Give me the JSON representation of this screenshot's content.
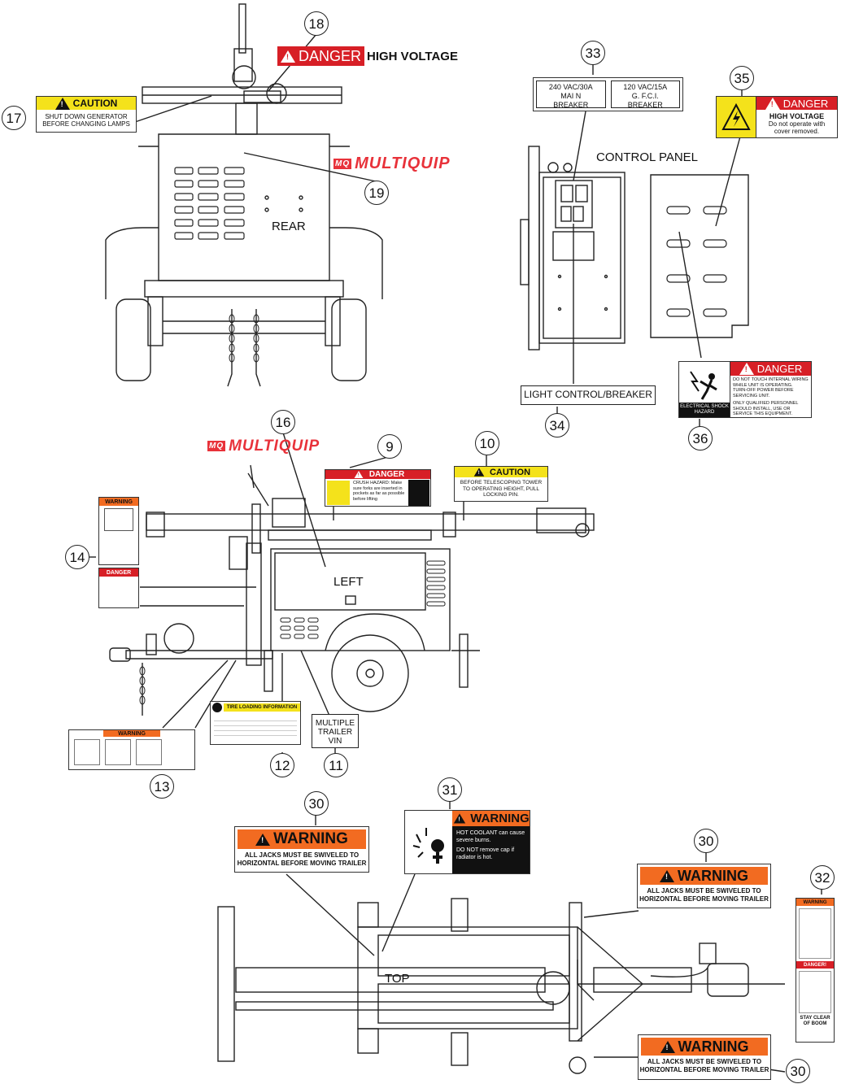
{
  "views": {
    "rear": "REAR",
    "left": "LEFT",
    "top": "TOP",
    "control_panel": "CONTROL PANEL"
  },
  "brand": {
    "name": "MULTIQUIP",
    "logo_text": "MQ",
    "color": "#e8323a"
  },
  "callouts": {
    "c18": "18",
    "c17": "17",
    "c19": "19",
    "c33": "33",
    "c35": "35",
    "c34": "34",
    "c36": "36",
    "c16": "16",
    "c9": "9",
    "c10": "10",
    "c14": "14",
    "c13": "13",
    "c12": "12",
    "c11": "11",
    "c31": "31",
    "c30a": "30",
    "c30b": "30",
    "c30c": "30",
    "c32": "32"
  },
  "decals": {
    "d18": {
      "signal": "DANGER",
      "text": "HIGH VOLTAGE"
    },
    "d17": {
      "signal": "CAUTION",
      "text": "SHUT DOWN GENERATOR BEFORE CHANGING LAMPS"
    },
    "d33a": {
      "line1": "240 VAC/30A",
      "line2": "MAI N",
      "line3": "BREAKER"
    },
    "d33b": {
      "line1": "120 VAC/15A",
      "line2": "G. F.C.I.",
      "line3": "BREAKER"
    },
    "d35": {
      "signal": "DANGER",
      "line1": "HIGH VOLTAGE",
      "line2": "Do not operate with",
      "line3": "cover removed."
    },
    "d34": {
      "text": "LIGHT CONTROL/BREAKER"
    },
    "d36": {
      "signal": "DANGER",
      "hazard": "ELECTRICAL SHOCK HAZARD",
      "line1": "DO NOT TOUCH INTERNAL WIRING WHILE UNIT IS OPERATING.",
      "line2": "TURN-OFF POWER BEFORE SERVICING UNIT.",
      "line3": "ONLY QUALIFIED PERSONNEL SHOULD INSTALL, USE OR SERVICE THIS EQUIPMENT."
    },
    "d9": {
      "signal": "DANGER",
      "text": "CRUSH HAZARD: Make sure forks are inserted in pockets as far as possible before lifting"
    },
    "d10": {
      "signal": "CAUTION",
      "text": "BEFORE TELESCOPING TOWER TO OPERATING HEIGHT, PULL LOCKING PIN."
    },
    "d14a": {
      "signal": "WARNING"
    },
    "d14b": {
      "signal": "DANGER"
    },
    "d13": {
      "signal": "WARNING"
    },
    "d12": {
      "title": "TIRE LOADING INFORMATION"
    },
    "d11": {
      "line1": "MULTIPLE",
      "line2": "TRAILER",
      "line3": "VIN"
    },
    "d30": {
      "signal": "WARNING",
      "line1": "ALL JACKS MUST BE SWIVELED TO",
      "line2": "HORIZONTAL BEFORE MOVING TRAILER"
    },
    "d31": {
      "signal": "WARNING",
      "line1": "HOT COOLANT can cause severe burns.",
      "line2": "DO NOT remove cap if radiator is hot."
    },
    "d32": {
      "signal1": "WARNING",
      "signal2": "DANGER!",
      "text": "STAY CLEAR OF BOOM"
    }
  },
  "colors": {
    "danger": "#d71f26",
    "caution": "#f4e21b",
    "warning": "#f26b21"
  }
}
